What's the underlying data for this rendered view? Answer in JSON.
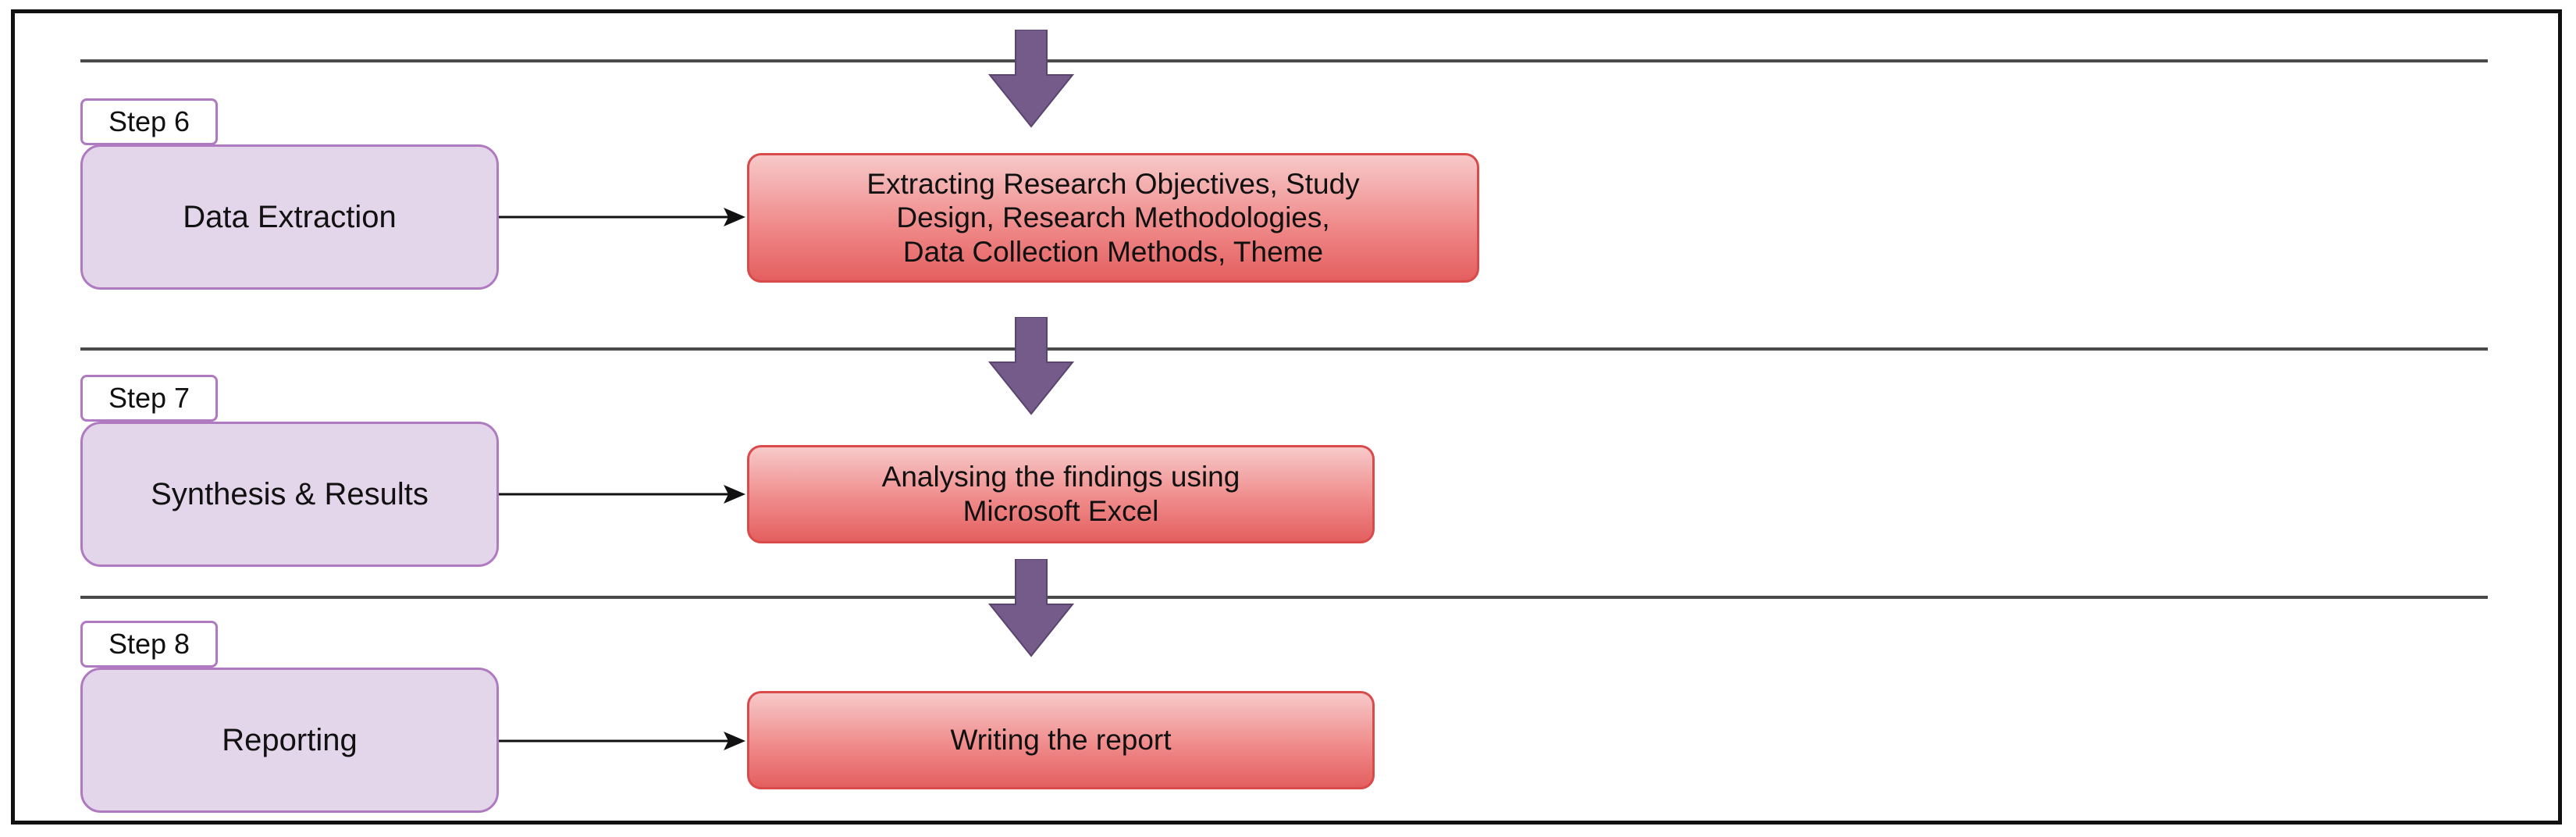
{
  "colors": {
    "separator": "#4a4a4a",
    "flow_arrow": "#755b8a",
    "phase_fill": "#e3d5ea",
    "phase_border": "#b07ac1",
    "task_border": "#d94a4a",
    "task_fill_top": "#f7c9c9",
    "task_fill_bottom": "#e45f5f"
  },
  "steps": [
    {
      "tag": "Step 6",
      "phase": "Data Extraction",
      "task": "Extracting Research Objectives, Study\nDesign, Research Methodologies,\nData Collection Methods, Theme"
    },
    {
      "tag": "Step 7",
      "phase": "Synthesis & Results",
      "task": "Analysing the findings using\nMicrosoft Excel"
    },
    {
      "tag": "Step 8",
      "phase": "Reporting",
      "task": "Writing the report"
    }
  ]
}
